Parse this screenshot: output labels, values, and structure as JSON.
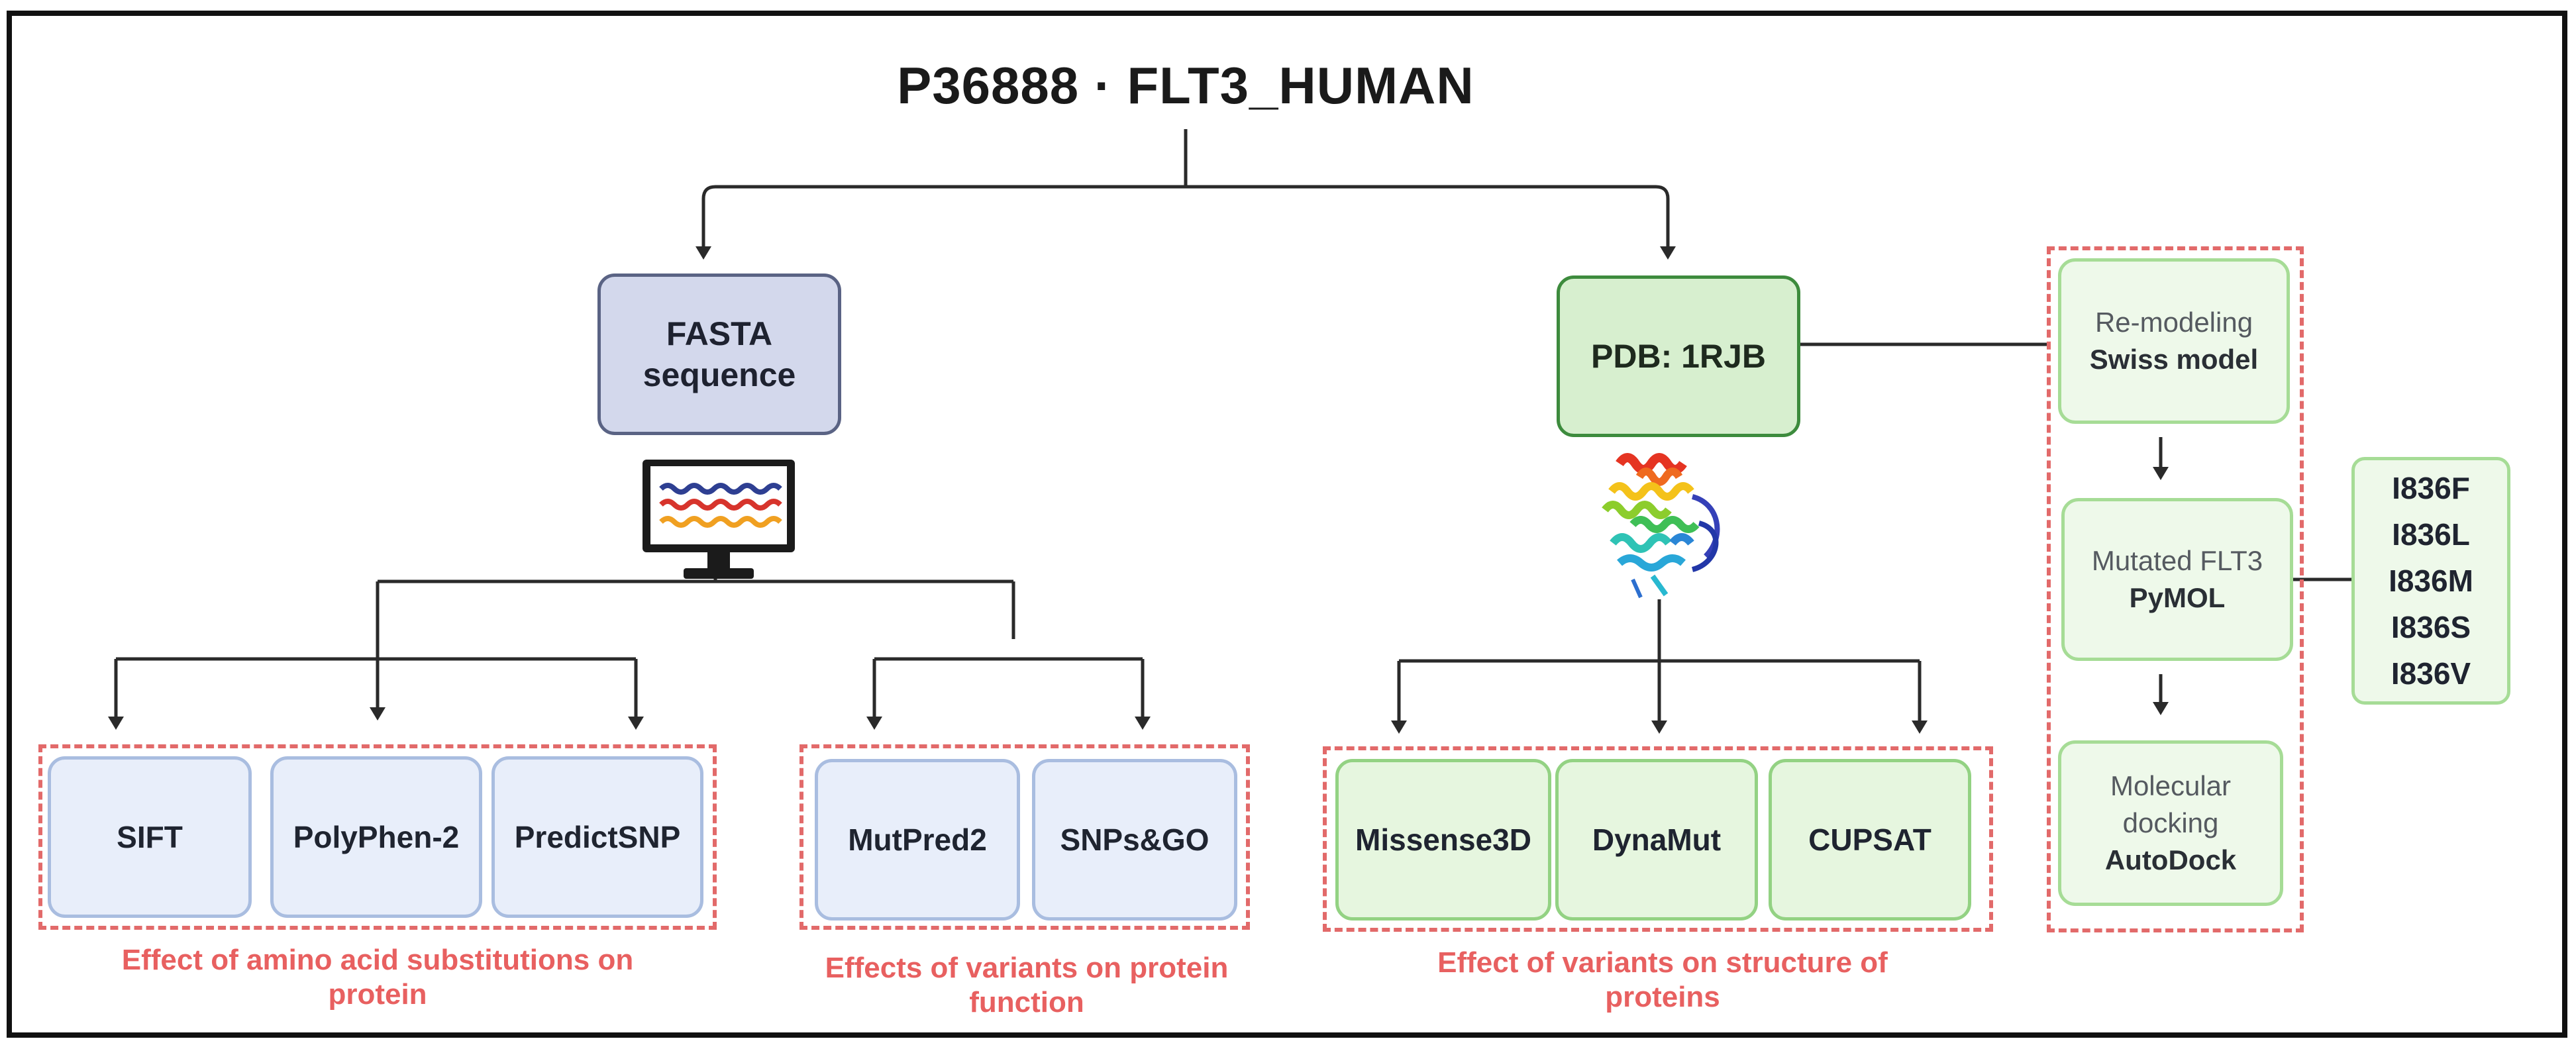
{
  "title": "P36888 · FLT3_HUMAN",
  "fasta": {
    "line1": "FASTA",
    "line2": "sequence"
  },
  "pdb": {
    "label": "PDB: 1RJB"
  },
  "sequence_tools": [
    "SIFT",
    "PolyPhen-2",
    "PredictSNP"
  ],
  "function_tools": [
    "MutPred2",
    "SNPs&GO"
  ],
  "structure_tools": [
    "Missense3D",
    "DynaMut",
    "CUPSAT"
  ],
  "captions": {
    "substitutions_1": "Effect of amino acid substitutions on",
    "substitutions_2": "protein",
    "function_1": "Effects of variants on protein",
    "function_2": "function",
    "structure_1": "Effect of variants on structure of",
    "structure_2": "proteins"
  },
  "workflow": {
    "remodel": {
      "light": "Re-modeling",
      "bold": "Swiss model"
    },
    "mutated": {
      "light": "Mutated FLT3",
      "bold": "PyMOL"
    },
    "docking": {
      "light1": "Molecular",
      "light2": "docking",
      "bold": "AutoDock"
    }
  },
  "mutations": [
    "I836F",
    "I836L",
    "I836M",
    "I836S",
    "I836V"
  ],
  "colors": {
    "fasta_fill": "#d3d8ec",
    "pdb_fill": "#d7efcf",
    "caption": "#e86060",
    "dash": "#e26a6a"
  }
}
